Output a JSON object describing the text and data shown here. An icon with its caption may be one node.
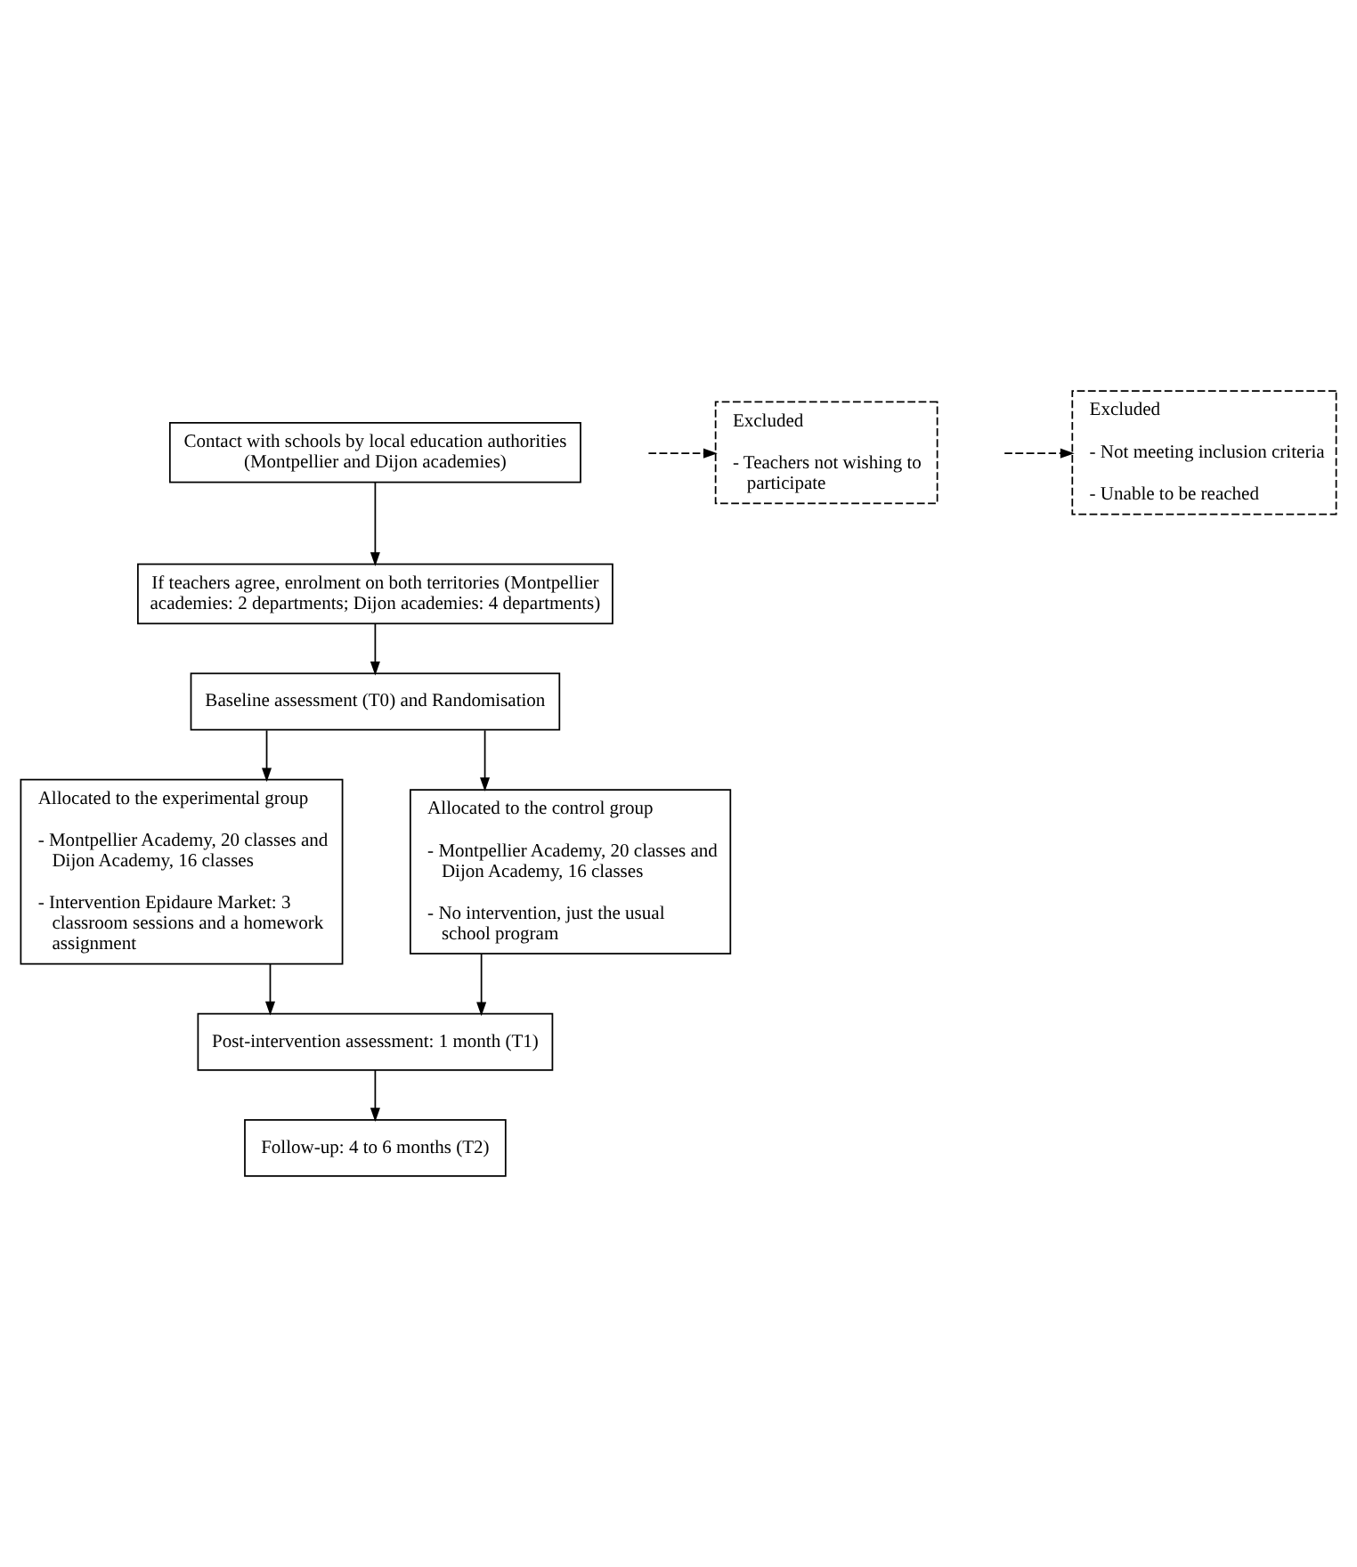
{
  "diagram": {
    "nodes": [
      {
        "text": [
          "Contact with schools by local education authorities (Montpellier and Dijon academies)"
        ]
      },
      {
        "text": [
          "Excluded",
          "- Teachers not wishing to participate"
        ]
      },
      {
        "text": [
          "If teachers agree, enrolment on both territories (Montpellier academies: 2 departments; Dijon academies: 4 departments)"
        ]
      },
      {
        "text": [
          "Excluded",
          "- Not meeting inclusion criteria",
          "- Unable to be reached"
        ]
      },
      {
        "text": [
          "Baseline assessment (T0) and Randomisation"
        ]
      },
      {
        "text": [
          "Allocated to the experimental group",
          "- Montpellier Academy, 20 classes and Dijon Academy, 16 classes",
          "- Intervention Epidaure Market: 3 classroom sessions and a homework assignment"
        ]
      },
      {
        "text": [
          "Allocated to the control group",
          "- Montpellier Academy, 20 classes and Dijon Academy, 16 classes",
          "- No intervention, just the usual school program"
        ]
      },
      {
        "text": [
          "Post-intervention assessment: 1 month (T1)"
        ]
      },
      {
        "text": [
          "Follow-up: 4 to 6 months (T2)"
        ]
      }
    ],
    "edges": [
      {
        "from": 0,
        "to": 2,
        "arrow": "to"
      },
      {
        "from": null,
        "to": 1,
        "arrow": "to",
        "style": "dashed"
      },
      {
        "from": 2,
        "to": 4,
        "arrow": "to"
      },
      {
        "from": null,
        "to": 3,
        "arrow": "to",
        "style": "dashed"
      },
      {
        "from": 4,
        "to": 5,
        "arrow": "to"
      },
      {
        "from": 4,
        "to": 6,
        "arrow": "to"
      },
      {
        "from": 5,
        "to": 7,
        "arrow": "to"
      },
      {
        "from": 6,
        "to": 7,
        "arrow": "to"
      },
      {
        "from": 7,
        "to": 8,
        "arrow": "to"
      }
    ]
  }
}
